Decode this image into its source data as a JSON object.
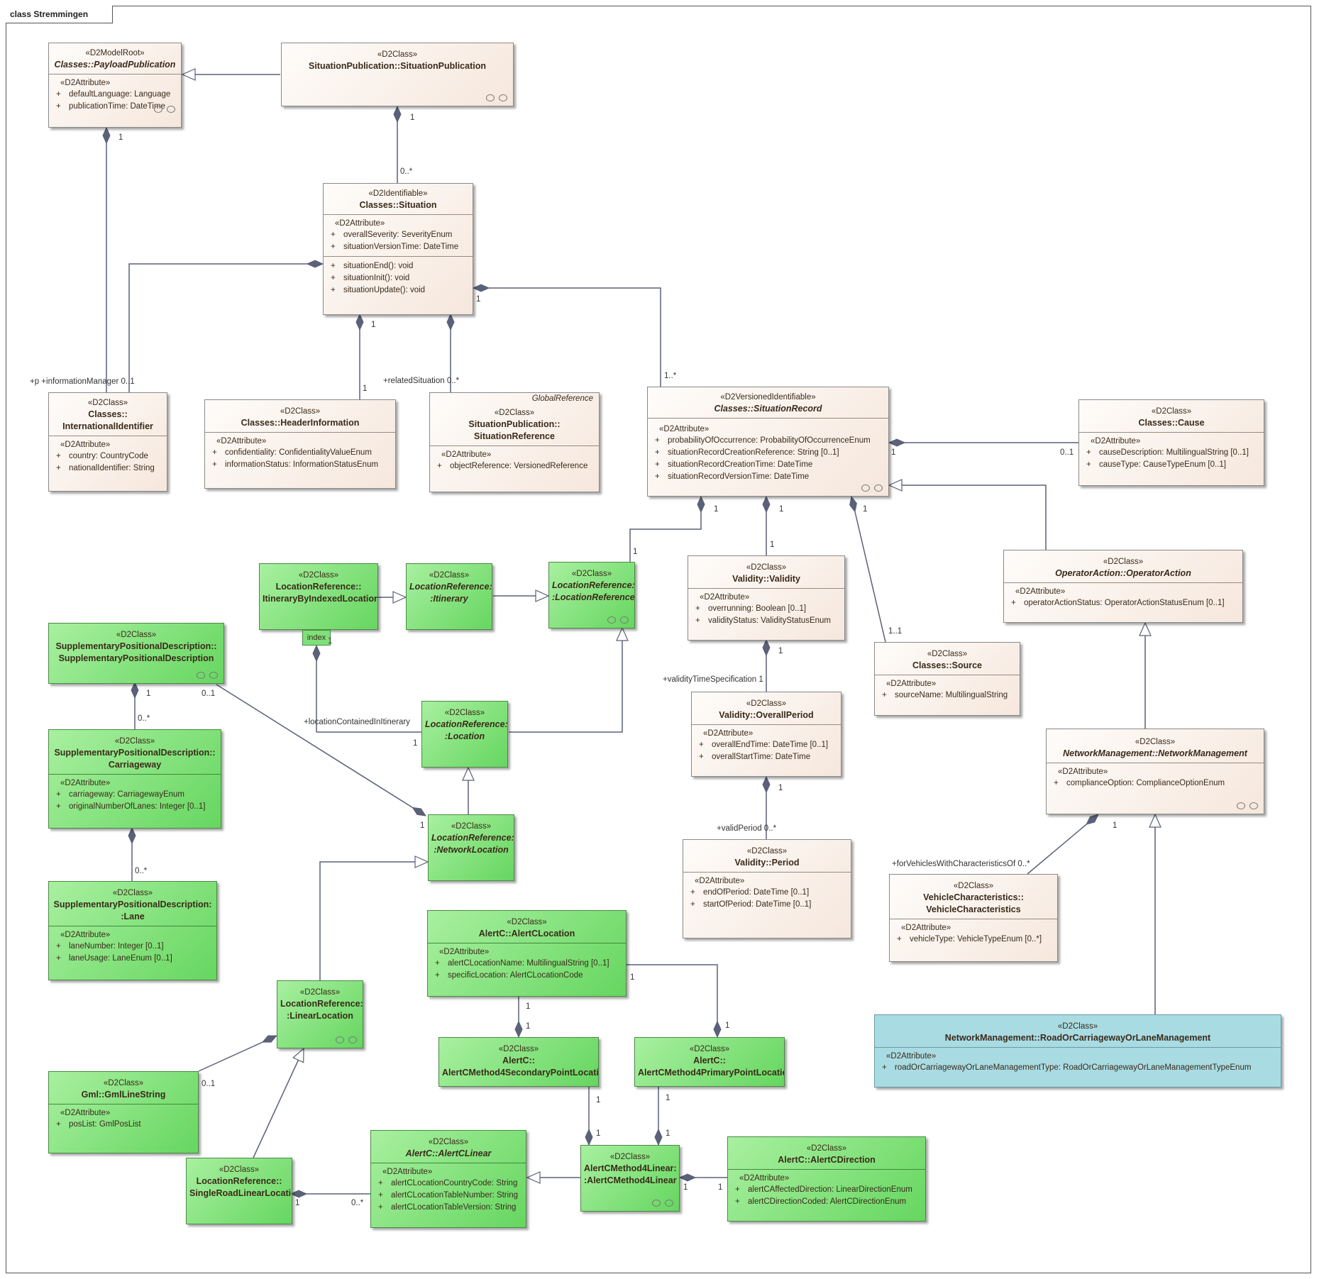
{
  "frame": {
    "title": "class Stremmingen"
  },
  "classes": {
    "payload_publication": {
      "stereotype": "«D2ModelRoot»",
      "name": "Classes::PayloadPublication",
      "compartment": "«D2Attribute»",
      "attrs": [
        {
          "vis": "+",
          "text": "defaultLanguage: Language"
        },
        {
          "vis": "+",
          "text": "publicationTime: DateTime"
        }
      ]
    },
    "situation_publication": {
      "stereotype": "«D2Class»",
      "name": "SituationPublication::SituationPublication"
    },
    "situation": {
      "stereotype": "«D2Identifiable»",
      "name": "Classes::Situation",
      "compartment": "«D2Attribute»",
      "attrs": [
        {
          "vis": "+",
          "text": "overallSeverity: SeverityEnum"
        },
        {
          "vis": "+",
          "text": "situationVersionTime: DateTime"
        }
      ],
      "ops": [
        {
          "vis": "+",
          "text": "situationEnd(): void"
        },
        {
          "vis": "+",
          "text": "situationInit(): void"
        },
        {
          "vis": "+",
          "text": "situationUpdate(): void"
        }
      ]
    },
    "international_identifier": {
      "stereotype": "«D2Class»",
      "name1": "Classes::",
      "name2": "InternationalIdentifier",
      "compartment": "«D2Attribute»",
      "attrs": [
        {
          "vis": "+",
          "text": "country: CountryCode"
        },
        {
          "vis": "+",
          "text": "nationalIdentifier: String"
        }
      ]
    },
    "header_information": {
      "stereotype": "«D2Class»",
      "name": "Classes::HeaderInformation",
      "compartment": "«D2Attribute»",
      "attrs": [
        {
          "vis": "+",
          "text": "confidentiality: ConfidentialityValueEnum"
        },
        {
          "vis": "+",
          "text": "informationStatus: InformationStatusEnum"
        }
      ]
    },
    "situation_reference": {
      "tag": "GlobalReference",
      "stereotype": "«D2Class»",
      "name1": "SituationPublication::",
      "name2": "SituationReference",
      "compartment": "«D2Attribute»",
      "attrs": [
        {
          "vis": "+",
          "text": "objectReference: VersionedReference"
        }
      ]
    },
    "situation_record": {
      "stereotype": "«D2VersionedIdentifiable»",
      "name": "Classes::SituationRecord",
      "compartment": "«D2Attribute»",
      "attrs": [
        {
          "vis": "+",
          "text": "probabilityOfOccurrence: ProbabilityOfOccurrenceEnum"
        },
        {
          "vis": "+",
          "text": "situationRecordCreationReference: String [0..1]"
        },
        {
          "vis": "+",
          "text": "situationRecordCreationTime: DateTime"
        },
        {
          "vis": "+",
          "text": "situationRecordVersionTime: DateTime"
        }
      ]
    },
    "cause": {
      "stereotype": "«D2Class»",
      "name": "Classes::Cause",
      "compartment": "«D2Attribute»",
      "attrs": [
        {
          "vis": "+",
          "text": "causeDescription: MultilingualString [0..1]"
        },
        {
          "vis": "+",
          "text": "causeType: CauseTypeEnum [0..1]"
        }
      ]
    },
    "itinerary_by_indexed": {
      "stereotype": "«D2Class»",
      "name1": "LocationReference::",
      "name2": "ItineraryByIndexedLocations"
    },
    "itinerary": {
      "stereotype": "«D2Class»",
      "name1": "LocationReference:",
      "name2": ":Itinerary"
    },
    "location_reference": {
      "stereotype": "«D2Class»",
      "name1": "LocationReference:",
      "name2": ":LocationReference"
    },
    "validity": {
      "stereotype": "«D2Class»",
      "name": "Validity::Validity",
      "compartment": "«D2Attribute»",
      "attrs": [
        {
          "vis": "+",
          "text": "overrunning: Boolean [0..1]"
        },
        {
          "vis": "+",
          "text": "validityStatus: ValidityStatusEnum"
        }
      ]
    },
    "operator_action": {
      "stereotype": "«D2Class»",
      "name": "OperatorAction::OperatorAction",
      "compartment": "«D2Attribute»",
      "attrs": [
        {
          "vis": "+",
          "text": "operatorActionStatus: OperatorActionStatusEnum [0..1]"
        }
      ]
    },
    "spd": {
      "stereotype": "«D2Class»",
      "name1": "SupplementaryPositionalDescription::",
      "name2": "SupplementaryPositionalDescription"
    },
    "source": {
      "stereotype": "«D2Class»",
      "name": "Classes::Source",
      "compartment": "«D2Attribute»",
      "attrs": [
        {
          "vis": "+",
          "text": "sourceName: MultilingualString"
        }
      ]
    },
    "overall_period": {
      "stereotype": "«D2Class»",
      "name": "Validity::OverallPeriod",
      "compartment": "«D2Attribute»",
      "attrs": [
        {
          "vis": "+",
          "text": "overallEndTime: DateTime [0..1]"
        },
        {
          "vis": "+",
          "text": "overallStartTime: DateTime"
        }
      ]
    },
    "location": {
      "stereotype": "«D2Class»",
      "name1": "LocationReference:",
      "name2": ":Location"
    },
    "carriageway": {
      "stereotype": "«D2Class»",
      "name1": "SupplementaryPositionalDescription::",
      "name2": "Carriageway",
      "compartment": "«D2Attribute»",
      "attrs": [
        {
          "vis": "+",
          "text": "carriageway: CarriagewayEnum"
        },
        {
          "vis": "+",
          "text": "originalNumberOfLanes: Integer [0..1]"
        }
      ]
    },
    "network_management": {
      "stereotype": "«D2Class»",
      "name": "NetworkManagement::NetworkManagement",
      "compartment": "«D2Attribute»",
      "attrs": [
        {
          "vis": "+",
          "text": "complianceOption: ComplianceOptionEnum"
        }
      ]
    },
    "network_location": {
      "stereotype": "«D2Class»",
      "name1": "LocationReference:",
      "name2": ":NetworkLocation"
    },
    "period": {
      "stereotype": "«D2Class»",
      "name": "Validity::Period",
      "compartment": "«D2Attribute»",
      "attrs": [
        {
          "vis": "+",
          "text": "endOfPeriod: DateTime [0..1]"
        },
        {
          "vis": "+",
          "text": "startOfPeriod: DateTime [0..1]"
        }
      ]
    },
    "lane": {
      "stereotype": "«D2Class»",
      "name1": "SupplementaryPositionalDescription:",
      "name2": ":Lane",
      "compartment": "«D2Attribute»",
      "attrs": [
        {
          "vis": "+",
          "text": "laneNumber: Integer [0..1]"
        },
        {
          "vis": "+",
          "text": "laneUsage: LaneEnum [0..1]"
        }
      ]
    },
    "vehicle_characteristics": {
      "stereotype": "«D2Class»",
      "name1": "VehicleCharacteristics::",
      "name2": "VehicleCharacteristics",
      "compartment": "«D2Attribute»",
      "attrs": [
        {
          "vis": "+",
          "text": "vehicleType: VehicleTypeEnum [0..*]"
        }
      ]
    },
    "alertc_location": {
      "stereotype": "«D2Class»",
      "name": "AlertC::AlertCLocation",
      "compartment": "«D2Attribute»",
      "attrs": [
        {
          "vis": "+",
          "text": "alertCLocationName: MultilingualString [0..1]"
        },
        {
          "vis": "+",
          "text": "specificLocation: AlertCLocationCode"
        }
      ]
    },
    "linear_location": {
      "stereotype": "«D2Class»",
      "name1": "LocationReference:",
      "name2": ":LinearLocation"
    },
    "road_or_carriageway": {
      "stereotype": "«D2Class»",
      "name": "NetworkManagement::RoadOrCarriagewayOrLaneManagement",
      "compartment": "«D2Attribute»",
      "attrs": [
        {
          "vis": "+",
          "text": "roadOrCarriagewayOrLaneManagementType: RoadOrCarriagewayOrLaneManagementTypeEnum"
        }
      ]
    },
    "secondary_point": {
      "stereotype": "«D2Class»",
      "name1": "AlertC::",
      "name2": "AlertCMethod4SecondaryPointLocation"
    },
    "primary_point": {
      "stereotype": "«D2Class»",
      "name1": "AlertC::",
      "name2": "AlertCMethod4PrimaryPointLocation"
    },
    "gml_line_string": {
      "stereotype": "«D2Class»",
      "name": "Gml::GmlLineString",
      "compartment": "«D2Attribute»",
      "attrs": [
        {
          "vis": "+",
          "text": "posList: GmlPosList"
        }
      ]
    },
    "alertc_linear": {
      "stereotype": "«D2Class»",
      "name": "AlertC::AlertCLinear",
      "compartment": "«D2Attribute»",
      "attrs": [
        {
          "vis": "+",
          "text": "alertCLocationCountryCode: String"
        },
        {
          "vis": "+",
          "text": "alertCLocationTableNumber: String"
        },
        {
          "vis": "+",
          "text": "alertCLocationTableVersion: String"
        }
      ]
    },
    "alertc_direction": {
      "stereotype": "«D2Class»",
      "name": "AlertC::AlertCDirection",
      "compartment": "«D2Attribute»",
      "attrs": [
        {
          "vis": "+",
          "text": "alertCAffectedDirection: LinearDirectionEnum"
        },
        {
          "vis": "+",
          "text": "alertCDirectionCoded: AlertCDirectionEnum"
        }
      ]
    },
    "single_road_linear": {
      "stereotype": "«D2Class»",
      "name1": "LocationReference::",
      "name2": "SingleRoadLinearLocation"
    },
    "alertc_method4_linear": {
      "stereotype": "«D2Class»",
      "name1": "AlertCMethod4Linear:",
      "name2": ":AlertCMethod4Linear"
    }
  },
  "labels": {
    "l_pp_1": "1",
    "l_sp_1": "1",
    "l_sp_many": "0..*",
    "l_info_mgr": "+p +informationManager 0..1",
    "l_hdr_1a": "1",
    "l_hdr_1b": "1",
    "l_related": "+relatedSituation 0..*",
    "l_sit_rec_1": "1",
    "l_rec_many": "1..*",
    "l_cause_01": "0..1",
    "l_cause_1": "1",
    "l_rec_loc_1": "1",
    "l_locref_1": "1",
    "l_rec_val_1": "1",
    "l_val_1": "1",
    "l_rec_src_1": "1",
    "l_src_11": "1..1",
    "l_val_op_1": "1",
    "l_vts": "+validityTimeSpecification 1",
    "l_op_1": "1",
    "l_valid_period": "+validPeriod 0..*",
    "l_index": "index",
    "l_index_1": "1",
    "l_loc_contained": "+locationContainedInItinerary",
    "l_loc_contained_1": "1",
    "l_spd_1": "1",
    "l_spd_many": "0..*",
    "l_spd_01": "0..1",
    "l_netloc_1": "1",
    "l_cw_many": "0..*",
    "l_nm_1": "1",
    "l_for_vehicles": "+forVehiclesWithCharacteristicsOf 0..*",
    "l_acl_1a": "1",
    "l_acl_1b": "1",
    "l_acl_1c": "1",
    "l_acl_1d": "1",
    "l_gml_01": "0..1",
    "l_sec_1a": "1",
    "l_sec_1b": "1",
    "l_pri_1a": "1",
    "l_pri_1b": "1",
    "l_srl_1": "1",
    "l_srl_many": "0..*",
    "l_m4_1": "1",
    "l_dir_1": "1"
  }
}
